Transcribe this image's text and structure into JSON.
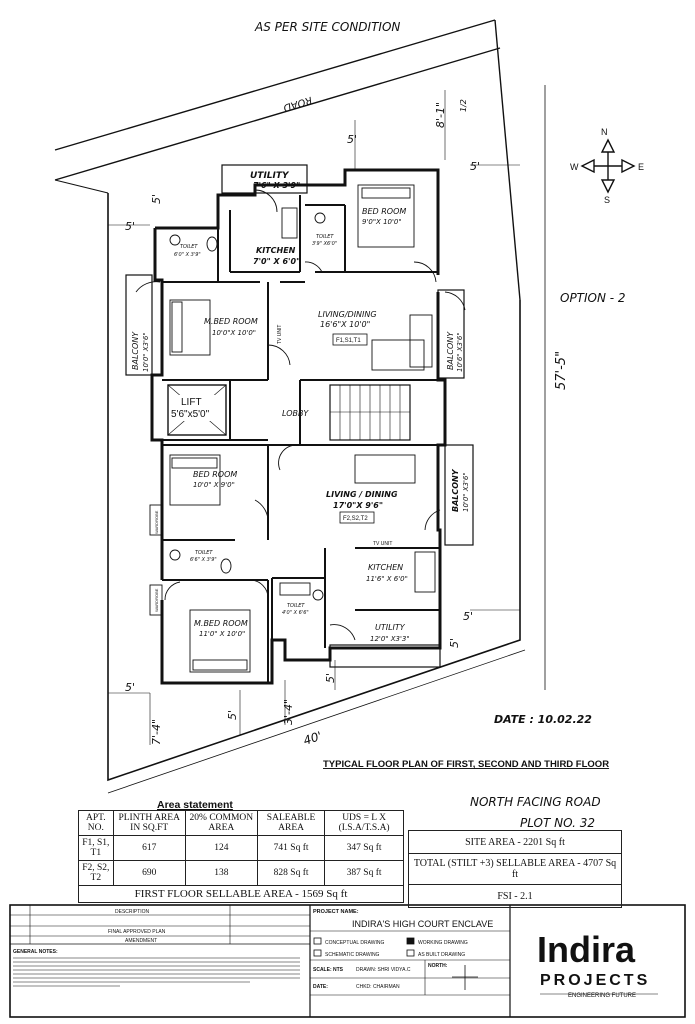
{
  "top_note": "AS PER SITE CONDITION",
  "road_label": "ROAD",
  "option_label": "OPTION - 2",
  "date_label": "DATE : 10.02.22",
  "plan_title": "TYPICAL FLOOR PLAN OF FIRST, SECOND AND THIRD FLOOR",
  "compass": {
    "n": "N",
    "s": "S",
    "e": "E",
    "w": "W"
  },
  "dimensions": {
    "top_setback": "5'",
    "top_right": "8'-1\"",
    "fraction": "1/2",
    "left_top": "5'",
    "top_left": "5'",
    "right_top": "5'",
    "depth": "57'-5\"",
    "width": "40'",
    "bottom_left": "5'",
    "bottom_a": "5'",
    "bottom_b": "3'-4\"",
    "bottom_c": "5'",
    "bottom_left_corner": "7'-4\"",
    "right_bottom": "5'",
    "right_mid": "5'"
  },
  "rooms": {
    "utility_top": {
      "name": "UTILITY",
      "size": "7'6\" X 3'9\""
    },
    "bed_top": {
      "name": "BED ROOM",
      "size": "9'0\"X 10'0\""
    },
    "toilet_top_r": {
      "name": "TOILET",
      "size": "3'9\" X6'0\""
    },
    "kitchen_top": {
      "name": "KITCHEN",
      "size": "7'0\" X 6'0\""
    },
    "toilet_top_l": {
      "name": "TOILET",
      "size": "6'0\" X 3'9\""
    },
    "living_top": {
      "name": "LIVING/DINING",
      "size": "16'6\"X 10'0\""
    },
    "unit_top": "F1,S1,T1",
    "mbed_top": {
      "name": "M.BED ROOM",
      "size": "10'0\"X 10'0\""
    },
    "tv_unit": "TV UNIT",
    "balcony_l": {
      "name": "BALCONY",
      "size": "10'0\" X3'6\""
    },
    "balcony_r_top": {
      "name": "BALCONY",
      "size": "10'6\" X3'6\""
    },
    "lift": {
      "name": "LIFT",
      "size": "5'6\"x5'0\""
    },
    "lobby": "LOBBY",
    "bed_bottom": {
      "name": "BED ROOM",
      "size": "10'0\" X 9'0\""
    },
    "living_bottom": {
      "name": "LIVING / DINING",
      "size": "17'0\"X 9'6\""
    },
    "unit_bottom": "F2,S2,T2",
    "balcony_r_bottom": {
      "name": "BALCONY",
      "size": "10'0\" X3'6\""
    },
    "tv_unit_b": "TV UNIT",
    "kitchen_bottom": {
      "name": "KITCHEN",
      "size": "11'6\" X 6'0\""
    },
    "toilet_bottom_l": {
      "name": "TOILET",
      "size": "6'6\" X 3'9\""
    },
    "toilet_bottom_r": {
      "name": "TOILET",
      "size": "4'0\" X 6'6\""
    },
    "mbed_bottom": {
      "name": "M.BED ROOM",
      "size": "11'0\" X 10'0\""
    },
    "utility_bottom": {
      "name": "UTILITY",
      "size": "12'0\" X3'3\""
    },
    "wardrobe": "WARDROBE"
  },
  "area_statement": {
    "title": "Area statement",
    "headers": [
      "APT. NO.",
      "PLINTH AREA IN SQ.FT",
      "20% COMMON AREA",
      "SALEABLE AREA",
      "UDS = L X (I.S.A/T.S.A)"
    ],
    "rows": [
      [
        "F1, S1, T1",
        "617",
        "124",
        "741 Sq ft",
        "347 Sq ft"
      ],
      [
        "F2, S2, T2",
        "690",
        "138",
        "828 Sq ft",
        "387 Sq ft"
      ]
    ],
    "footer": "FIRST FLOOR SELLABLE AREA    -  1569 Sq ft"
  },
  "north_facing": "NORTH FACING ROAD",
  "plot_no": "PLOT NO. 32",
  "site_table": [
    "SITE AREA - 2201 Sq ft",
    "TOTAL (STILT +3) SELLABLE AREA - 4707 Sq ft",
    "FSI - 2.1"
  ],
  "title_block": {
    "description": "DESCRIPTION",
    "final": "FINAL APPROVED PLAN",
    "amendment": "AMENDMENT",
    "general_notes": "GENERAL NOTES:",
    "project_name_label": "PROJECT NAME:",
    "project_name": "INDIRA'S HIGH COURT ENCLAVE",
    "conceptual": "CONCEPTUAL DRAWING",
    "schematic": "SCHEMATIC DRAWING",
    "working": "WORKING DRAWING",
    "as_built": "AS BUILT DRAWING",
    "scale_label": "SCALE:",
    "scale": "NTS",
    "drawn": "DRAWN: SHRI VIDYA.C",
    "date_label": "DATE:",
    "chkd": "CHKD: CHAIRMAN",
    "north": "NORTH:",
    "brand_top": "Indira",
    "brand_mid": "PROJECTS",
    "brand_tag": "ENGINEERING FUTURE"
  }
}
